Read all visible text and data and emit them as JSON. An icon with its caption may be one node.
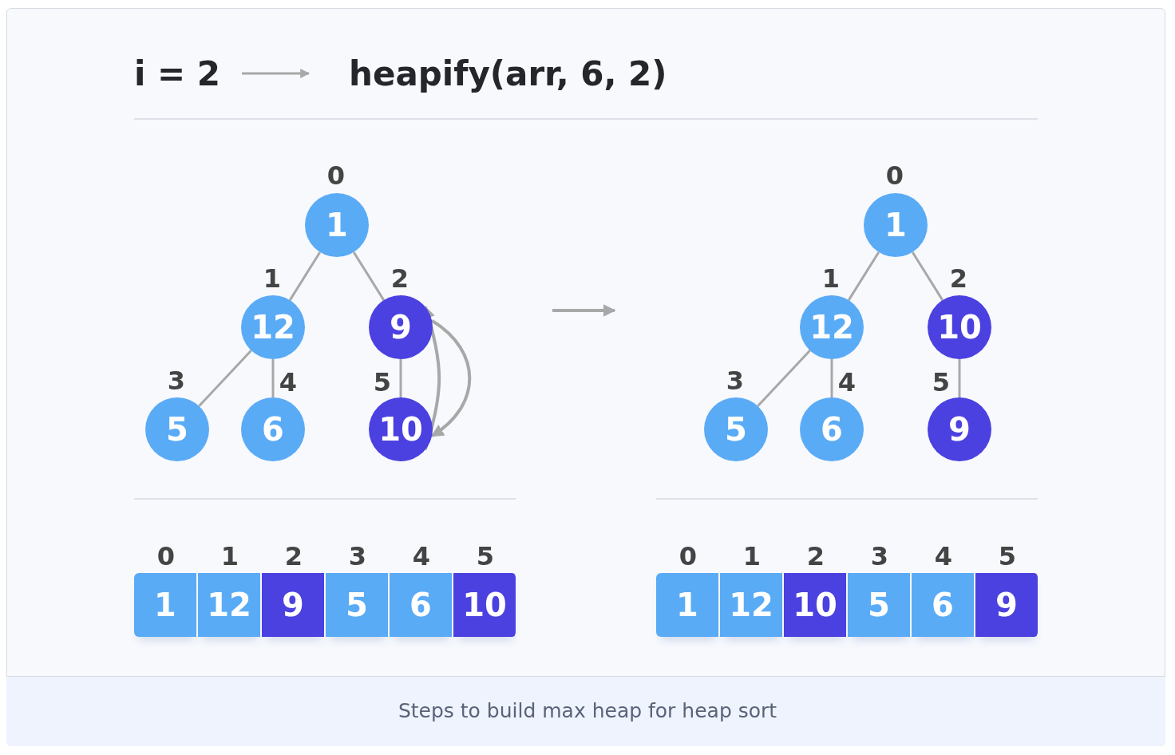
{
  "diagram": {
    "caption": "Steps to build max heap for heap sort",
    "nodes": [
      {
        "text": [
          "i = 2"
        ]
      },
      {
        "text": [
          "heapify(arr, 6, 2)"
        ]
      },
      {
        "text": [
          "1"
        ],
        "beside": [
          "0"
        ]
      },
      {
        "text": [
          "12"
        ],
        "beside": [
          "1"
        ]
      },
      {
        "text": [
          "9"
        ],
        "beside": [
          "2"
        ]
      },
      {
        "text": [
          "5"
        ],
        "beside": [
          "3"
        ]
      },
      {
        "text": [
          "6"
        ],
        "beside": [
          "4"
        ]
      },
      {
        "text": [
          "10"
        ],
        "beside": [
          "5"
        ]
      },
      {
        "text": [
          "1"
        ],
        "beside": [
          "0"
        ]
      },
      {
        "text": [
          "12"
        ],
        "beside": [
          "1"
        ]
      },
      {
        "text": [
          "10"
        ],
        "beside": [
          "2"
        ]
      },
      {
        "text": [
          "5"
        ],
        "beside": [
          "3"
        ]
      },
      {
        "text": [
          "6"
        ],
        "beside": [
          "4"
        ]
      },
      {
        "text": [
          "9"
        ],
        "beside": [
          "5"
        ]
      },
      {
        "text": [
          "1"
        ],
        "beside": [
          "0"
        ]
      },
      {
        "text": [
          "12"
        ],
        "beside": [
          "1"
        ]
      },
      {
        "text": [
          "9"
        ],
        "beside": [
          "2"
        ]
      },
      {
        "text": [
          "5"
        ],
        "beside": [
          "3"
        ]
      },
      {
        "text": [
          "6"
        ],
        "beside": [
          "4"
        ]
      },
      {
        "text": [
          "10"
        ],
        "beside": [
          "5"
        ]
      },
      {
        "text": [
          "1"
        ],
        "beside": [
          "0"
        ]
      },
      {
        "text": [
          "12"
        ],
        "beside": [
          "1"
        ]
      },
      {
        "text": [
          "10"
        ],
        "beside": [
          "2"
        ]
      },
      {
        "text": [
          "5"
        ],
        "beside": [
          "3"
        ]
      },
      {
        "text": [
          "6"
        ],
        "beside": [
          "4"
        ]
      },
      {
        "text": [
          "9"
        ],
        "beside": [
          "5"
        ]
      }
    ],
    "edges": [
      {
        "from": 0,
        "to": 1,
        "arrow": "to"
      },
      {
        "from": 2,
        "to": 3,
        "arrow": "none"
      },
      {
        "from": 2,
        "to": 4,
        "arrow": "none"
      },
      {
        "from": 3,
        "to": 5,
        "arrow": "none"
      },
      {
        "from": 3,
        "to": 6,
        "arrow": "none"
      },
      {
        "from": 4,
        "to": 7,
        "arrow": "none"
      },
      {
        "from": 8,
        "to": 9,
        "arrow": "none"
      },
      {
        "from": 8,
        "to": 10,
        "arrow": "none"
      },
      {
        "from": 9,
        "to": 11,
        "arrow": "none"
      },
      {
        "from": 9,
        "to": 12,
        "arrow": "none"
      },
      {
        "from": 10,
        "to": 13,
        "arrow": "none"
      },
      {
        "from": 7,
        "to": 4,
        "arrow": "to"
      },
      {
        "from": 4,
        "to": 7,
        "arrow": "to"
      }
    ]
  }
}
